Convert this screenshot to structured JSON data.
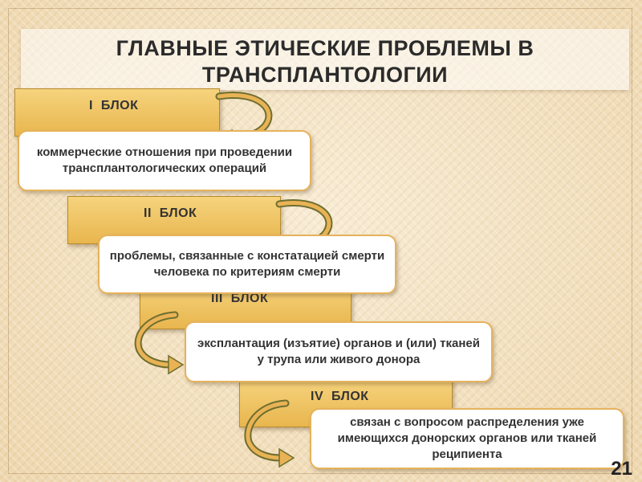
{
  "slide": {
    "title": "ГЛАВНЫЕ ЭТИЧЕСКИЕ ПРОБЛЕМЫ В ТРАНСПЛАНТОЛОГИИ",
    "page_number": "21"
  },
  "blocks": [
    {
      "label": "I  БЛОК",
      "text": "коммерческие отношения при проведении трансплантологических операций"
    },
    {
      "label": "II  БЛОК",
      "text": "проблемы, связанные с констатацией смерти человека по критериям смерти"
    },
    {
      "label": "III  БЛОК",
      "text": "эксплантация (изъятие) органов и (или) тканей у трупа или живого донора"
    },
    {
      "label": "IV  БЛОК",
      "text": "связан с вопросом распределения уже имеющихся донорских органов или тканей реципиента"
    }
  ],
  "colors": {
    "header_fill": "#f1c766",
    "text_border": "#e6b25c",
    "arrow_stroke": "#6e6e30",
    "arrow_fill": "#e9b355"
  }
}
